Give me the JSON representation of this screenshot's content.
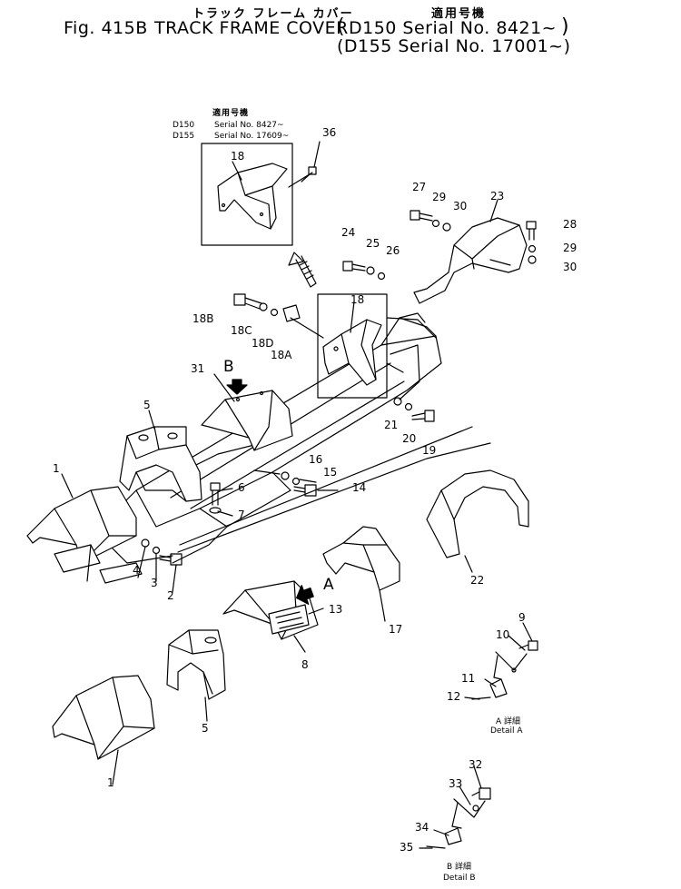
{
  "header": {
    "title_jp": "トラック フレーム カバー",
    "applicability_jp": "適用号機",
    "fig": "Fig. 415B",
    "title": "TRACK FRAME COVER",
    "serial_line_1": "D150 Serial No. 8421~",
    "serial_line_2": "(D155 Serial No. 17001~)"
  },
  "inset": {
    "applicability_jp": "適用号機",
    "model_1": "D150",
    "serial_1": "Serial No. 8427~",
    "model_2": "D155",
    "serial_2": "Serial No. 17609~"
  },
  "callouts": {
    "c1a": "1",
    "c1b": "1",
    "c2": "2",
    "c3": "3",
    "c4": "4",
    "c5a": "5",
    "c5b": "5",
    "c6": "6",
    "c7": "7",
    "c8": "8",
    "c9": "9",
    "c10": "10",
    "c11": "11",
    "c12": "12",
    "c13": "13",
    "c14": "14",
    "c15": "15",
    "c16": "16",
    "c17": "17",
    "c18a": "18",
    "c18b": "18",
    "c18B": "18B",
    "c18C": "18C",
    "c18D": "18D",
    "c18A": "18A",
    "c19": "19",
    "c20": "20",
    "c21": "21",
    "c22": "22",
    "c23": "23",
    "c24": "24",
    "c25": "25",
    "c26": "26",
    "c27": "27",
    "c28": "28",
    "c29a": "29",
    "c29b": "29",
    "c30a": "30",
    "c30b": "30",
    "c31": "31",
    "c32": "32",
    "c33": "33",
    "c34": "34",
    "c35": "35",
    "c36": "36",
    "arrow_a": "A",
    "arrow_b": "B"
  },
  "details": {
    "a_jp": "A 詳細",
    "a_en": "Detail A",
    "b_jp": "B 詳細",
    "b_en": "Detail B"
  }
}
